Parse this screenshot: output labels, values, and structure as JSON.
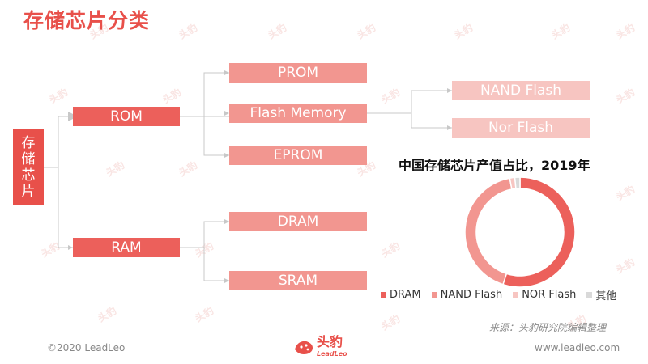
{
  "title": "存储芯片分类",
  "tree": {
    "root_chars": [
      "存",
      "储",
      "芯",
      "片"
    ],
    "rom": "ROM",
    "ram": "RAM",
    "rom_children": [
      "PROM",
      "Flash Memory",
      "EPROM"
    ],
    "flash_children": [
      "NAND Flash",
      "Nor Flash"
    ],
    "ram_children": [
      "DRAM",
      "SRAM"
    ]
  },
  "colors": {
    "accent": "#e8504a",
    "dram": "#ec605b",
    "nand": "#f29690",
    "nor": "#f7c5c1",
    "other": "#d9d9d9"
  },
  "chart_data": {
    "type": "pie",
    "title": "中国存储芯片产值占比，2019年",
    "categories": [
      "DRAM",
      "NAND Flash",
      "NOR Flash",
      "其他"
    ],
    "values": [
      55,
      42,
      1.5,
      1.5
    ],
    "legend": "bottom"
  },
  "footer": {
    "source": "来源：头豹研究院编辑整理",
    "copyright": "©2020 LeadLeo",
    "website": "www.leadleo.com",
    "logo_cn": "头豹",
    "logo_en": "LeadLeo"
  },
  "watermark_text": "头豹"
}
